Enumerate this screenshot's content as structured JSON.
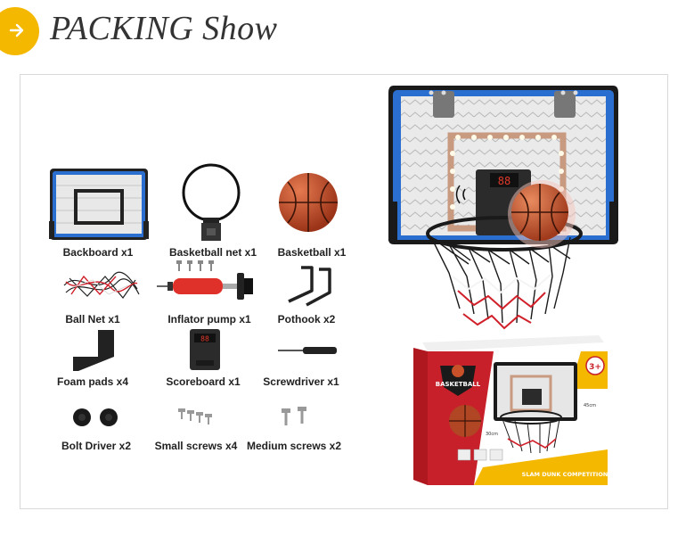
{
  "header": {
    "title": "PACKING Show"
  },
  "items": [
    {
      "label": "Backboard x1"
    },
    {
      "label": "Basketball net x1"
    },
    {
      "label": "Basketball x1"
    },
    {
      "label": "Ball Net x1"
    },
    {
      "label": "Inflator pump x1"
    },
    {
      "label": "Pothook x2"
    },
    {
      "label": "Foam pads x4"
    },
    {
      "label": "Scoreboard x1"
    },
    {
      "label": "Screwdriver x1"
    },
    {
      "label": "Bolt Driver x2"
    },
    {
      "label": "Small screws x4"
    },
    {
      "label": "Medium screws x2"
    }
  ],
  "product": {
    "score_display": "88"
  },
  "box": {
    "brand": "BASKETBALL",
    "age_badge": "3+",
    "footer_text": "SLAM DUNK COMPETITION",
    "dimension_1": "45cm",
    "dimension_2": "30cm"
  },
  "colors": {
    "accent_yellow": "#f5b800",
    "board_blue": "#1f5fb8",
    "ball_orange": "#c8512a",
    "box_red": "#c8202a"
  }
}
